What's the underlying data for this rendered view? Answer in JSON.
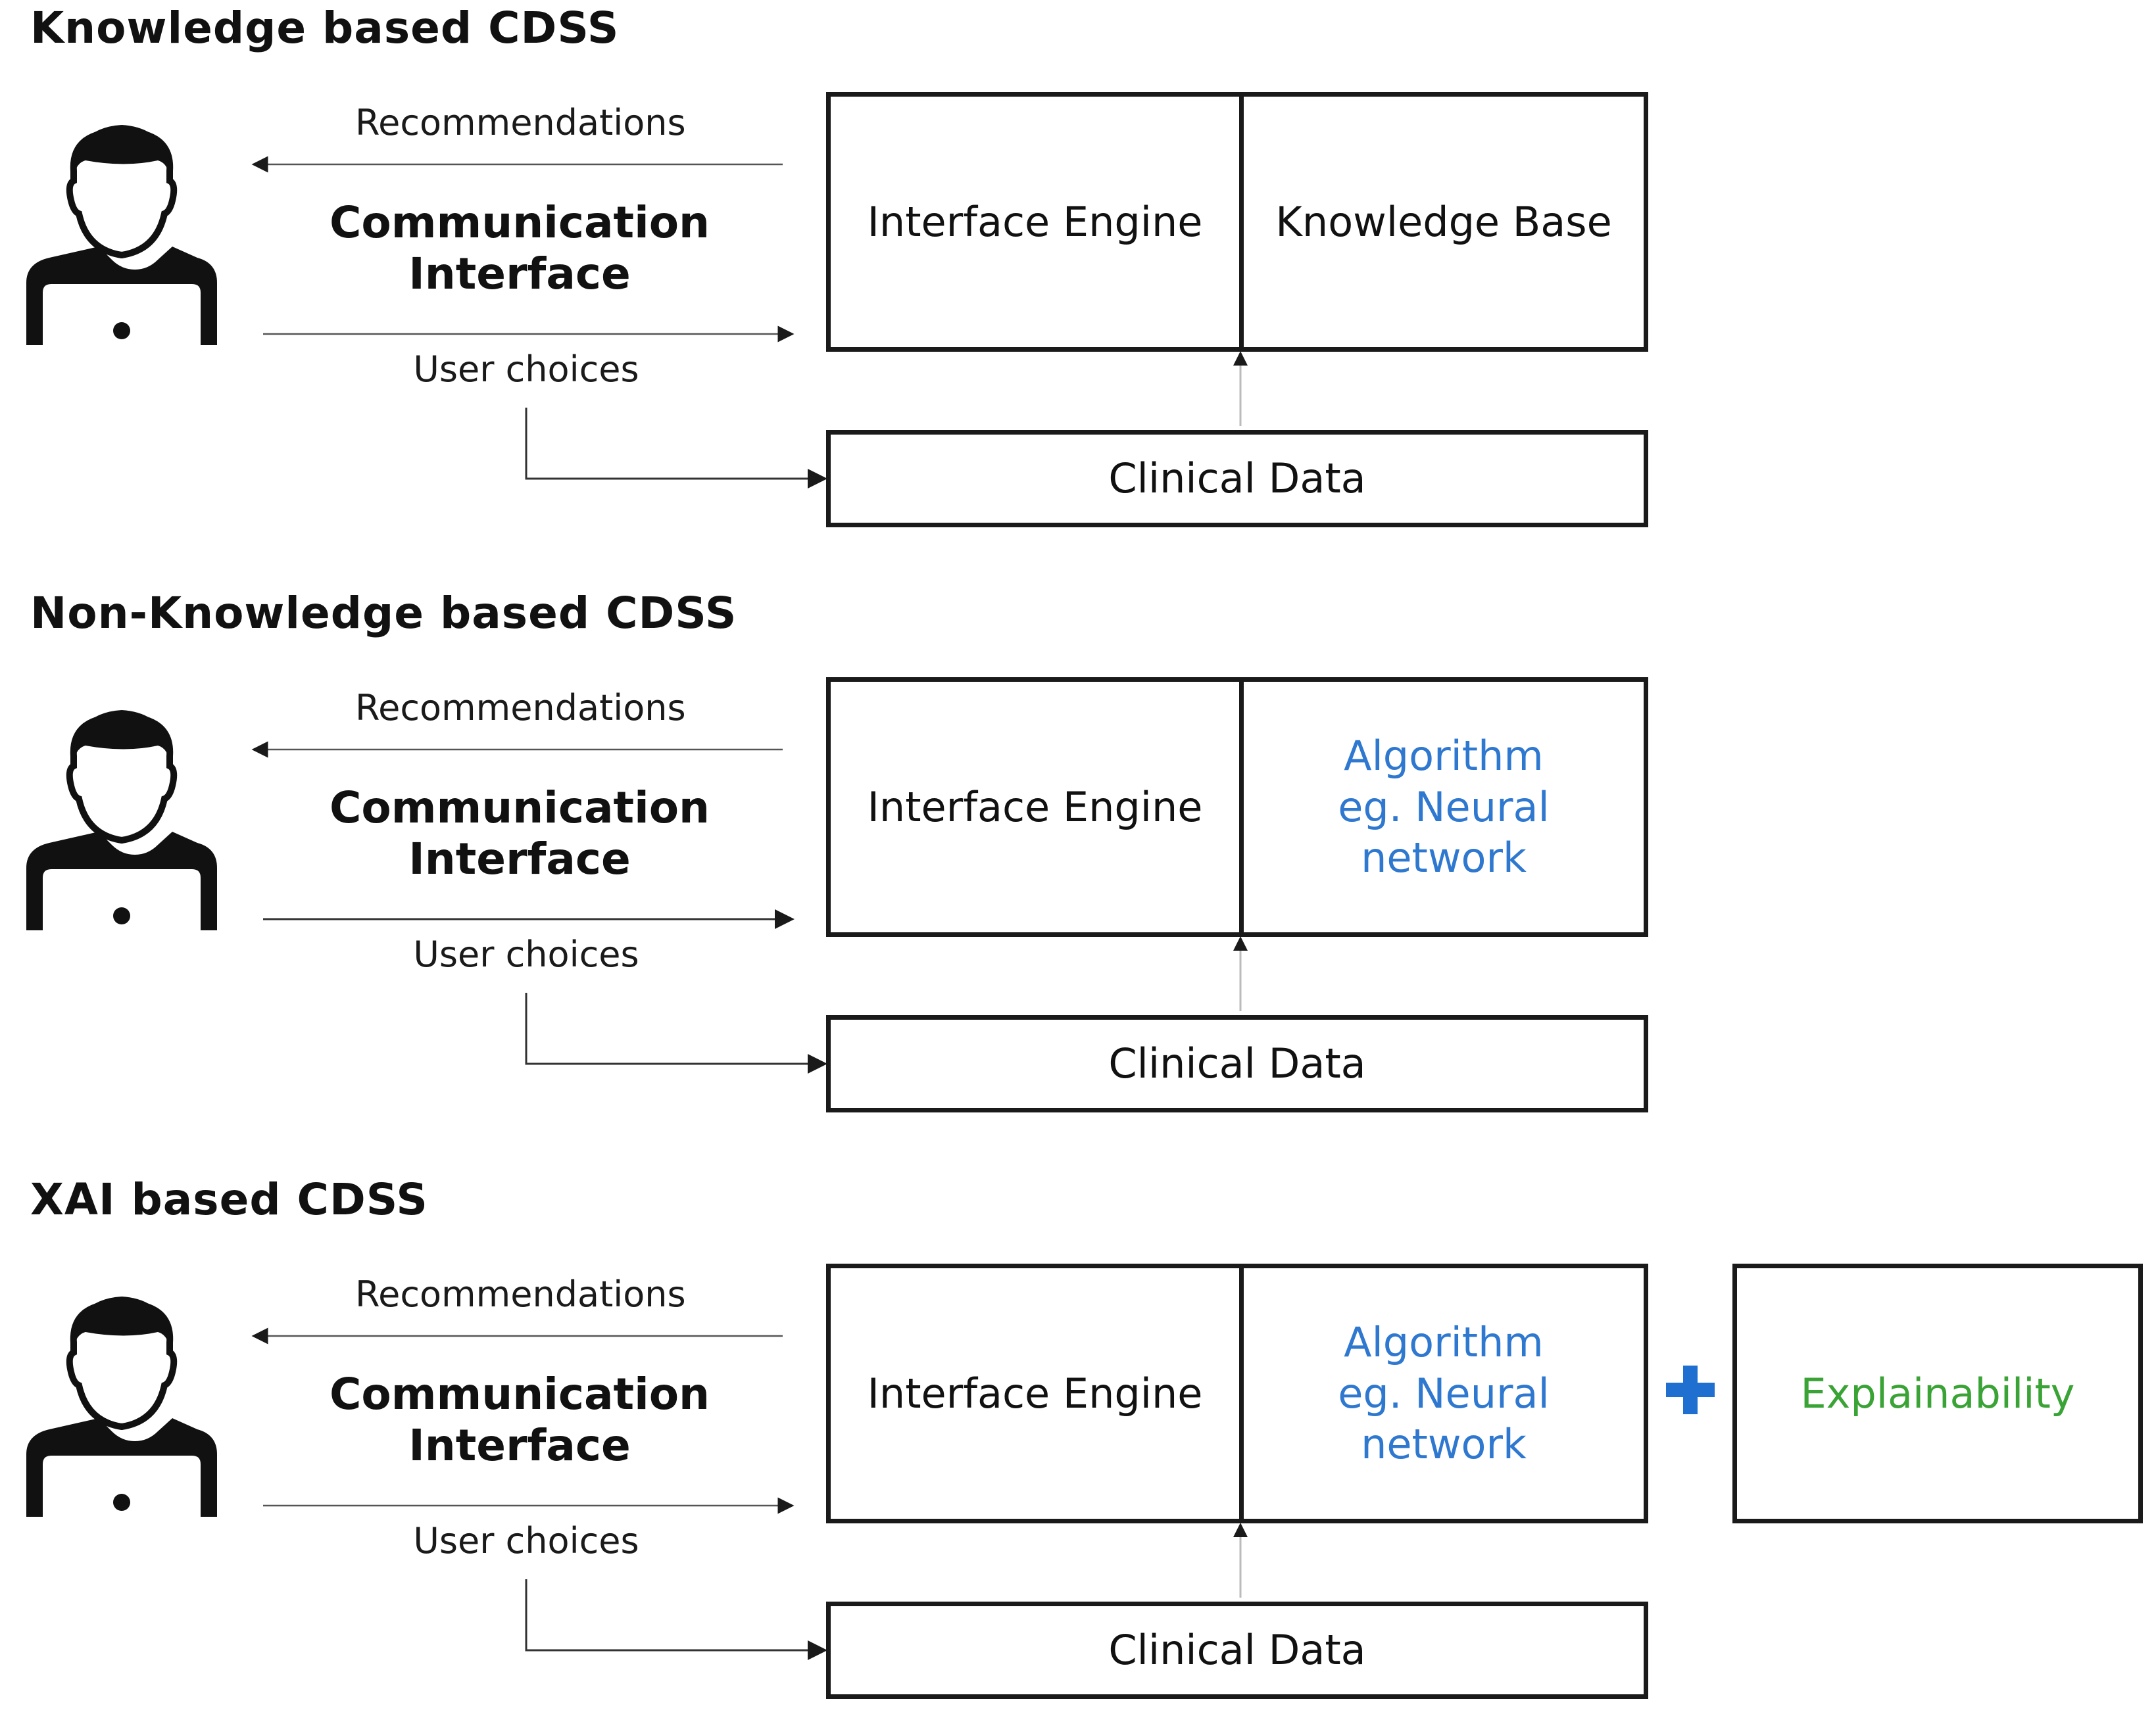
{
  "sections": [
    {
      "title": "Knowledge based CDSS",
      "recommendations": "Recommendations",
      "comm_line1": "Communication",
      "comm_line2": "Interface",
      "user_choices": "User choices",
      "engine": "Interface Engine",
      "right_lines": [
        "Knowledge Base"
      ],
      "clinical": "Clinical Data"
    },
    {
      "title": "Non-Knowledge based CDSS",
      "recommendations": "Recommendations",
      "comm_line1": "Communication",
      "comm_line2": "Interface",
      "user_choices": "User choices",
      "engine": "Interface Engine",
      "right_lines": [
        "Algorithm",
        "eg. Neural",
        "network"
      ],
      "clinical": "Clinical Data"
    },
    {
      "title": "XAI based CDSS",
      "recommendations": "Recommendations",
      "comm_line1": "Communication",
      "comm_line2": "Interface",
      "user_choices": "User choices",
      "engine": "Interface Engine",
      "right_lines": [
        "Algorithm",
        "eg. Neural",
        "network"
      ],
      "clinical": "Clinical Data",
      "extra": "Explainability"
    }
  ],
  "icons": {
    "user": "user-laptop-icon",
    "plus": "plus-icon"
  },
  "colors": {
    "algorithm_text": "#2f78d0",
    "explainability_text": "#3aa335",
    "plus": "#1f6fd1",
    "stroke": "#1a1a1a"
  }
}
